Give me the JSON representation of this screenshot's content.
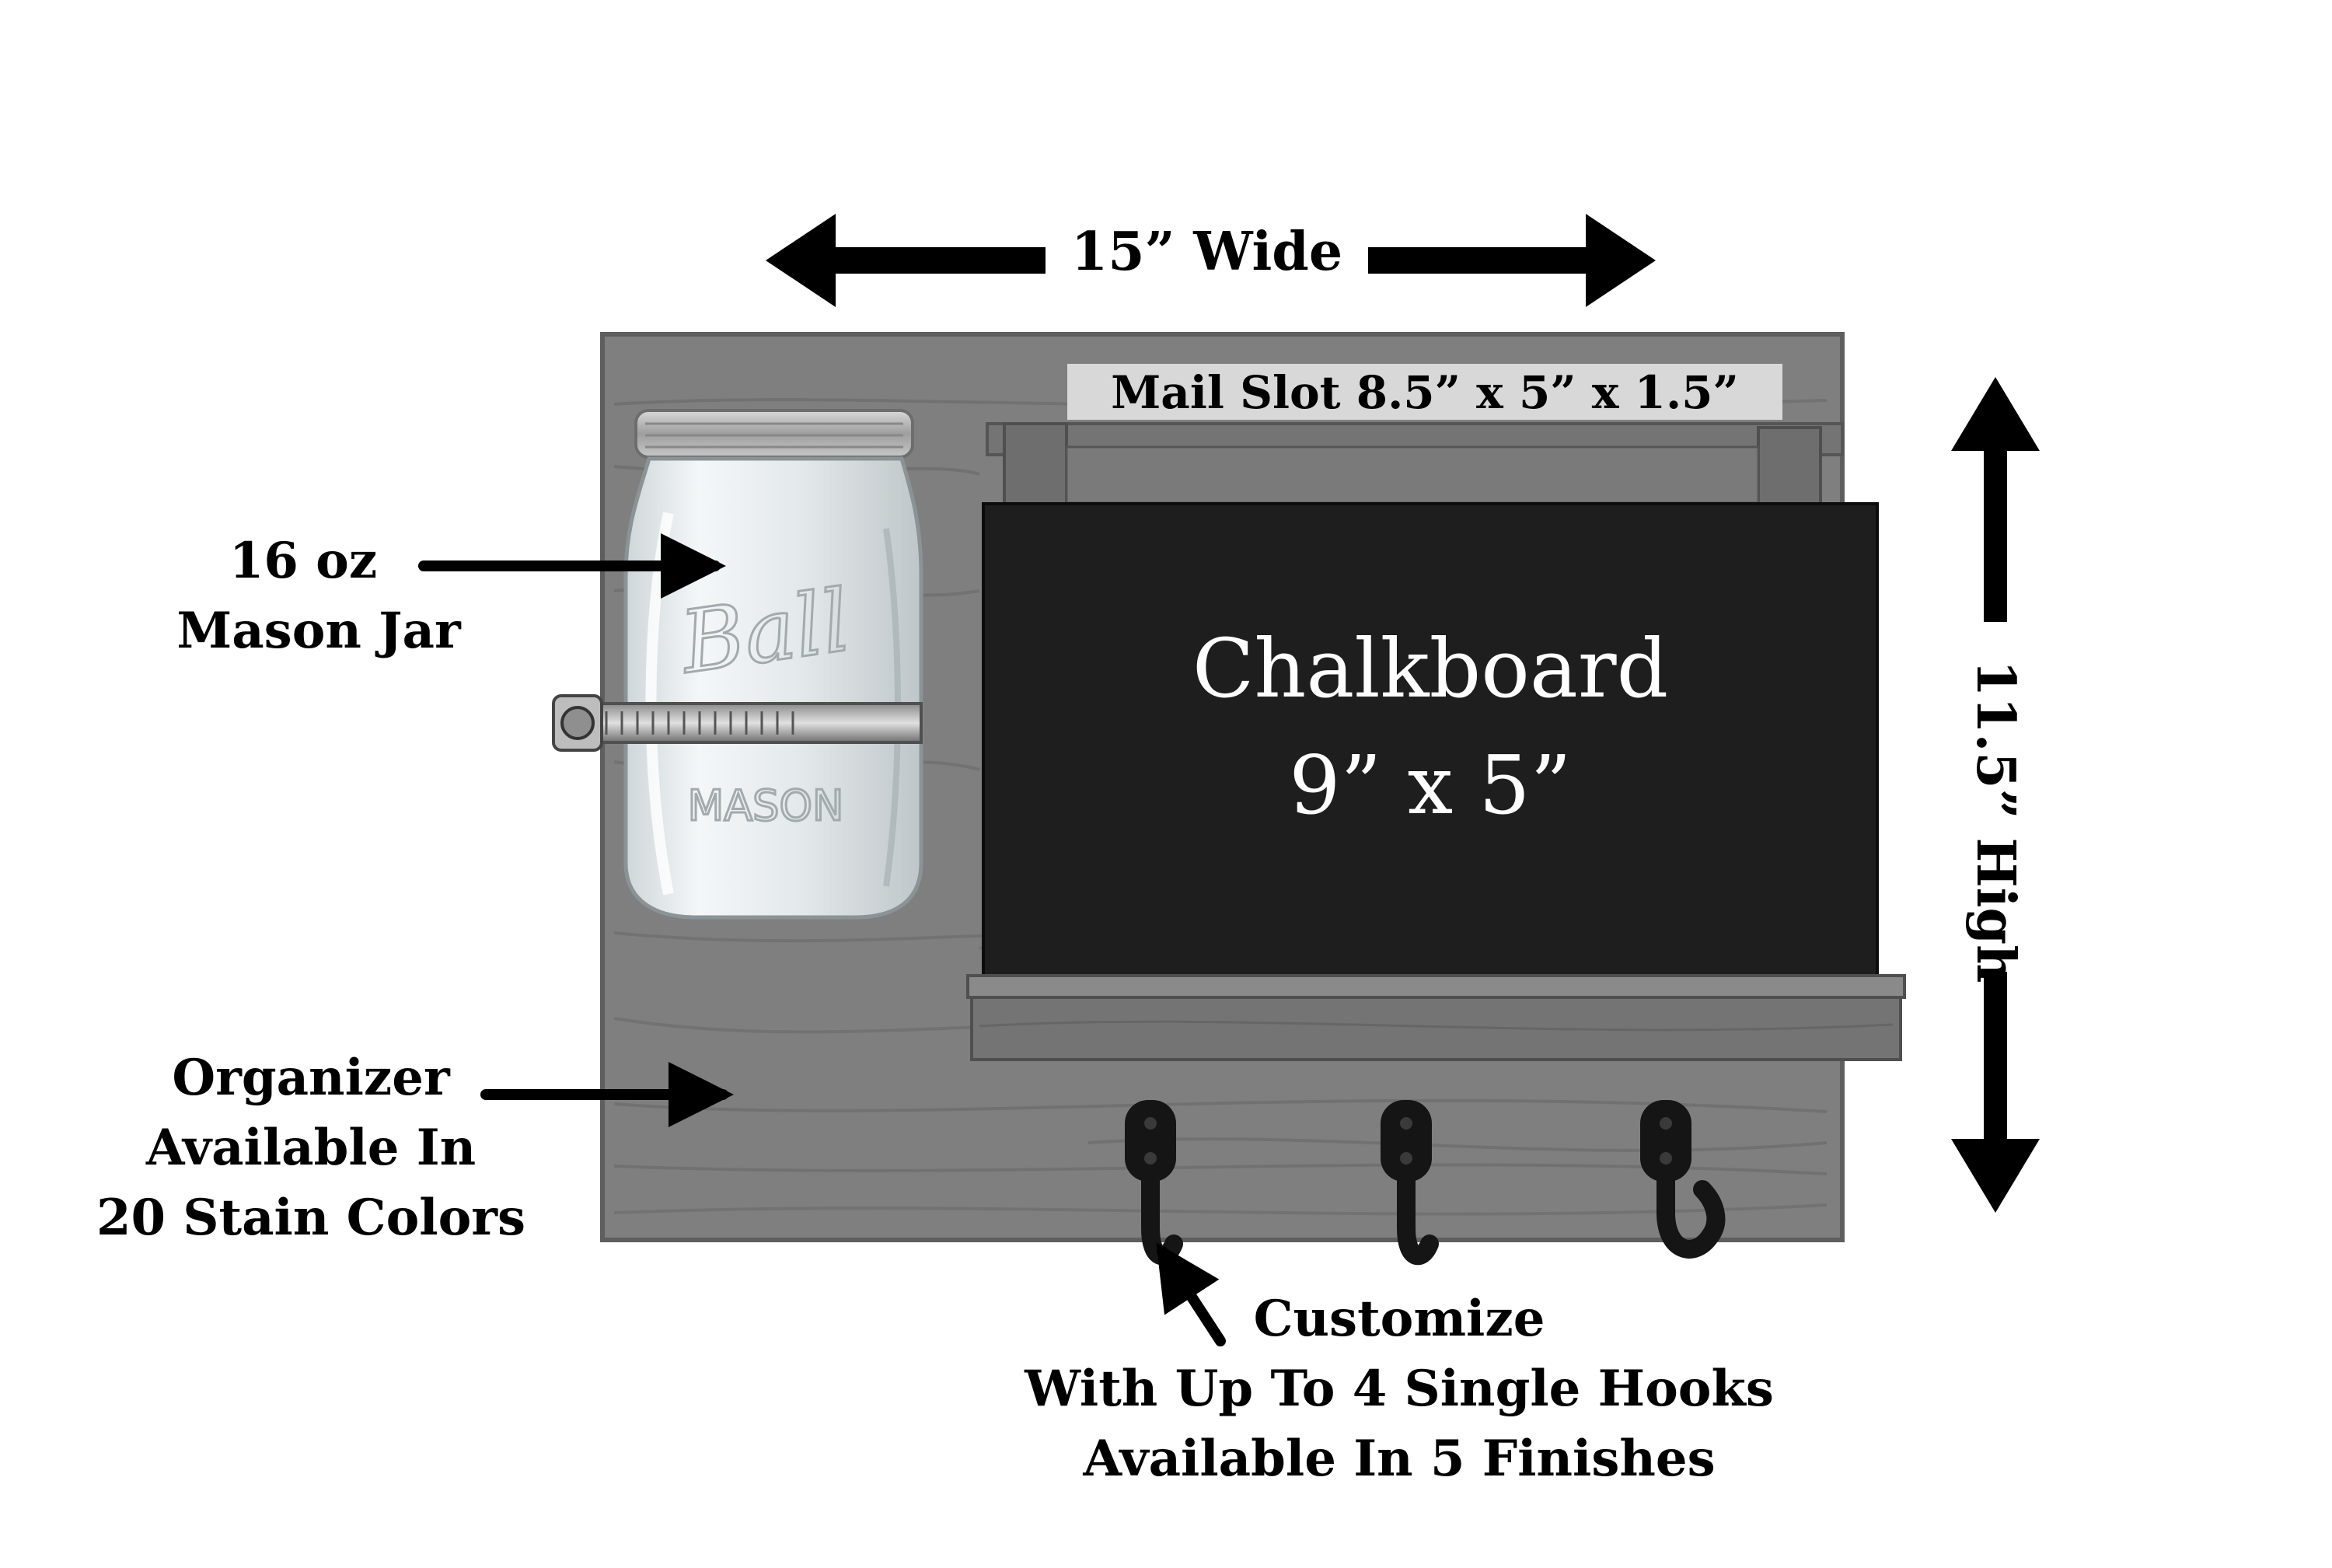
{
  "labels": {
    "width": "15” Wide",
    "height": "11.5” High",
    "mail_slot": "Mail Slot 8.5” x 5” x 1.5”",
    "chalkboard_title": "Chalkboard",
    "chalkboard_size": "9” x 5”",
    "jar_line1": "16 oz",
    "jar_line2": "Mason Jar",
    "organizer_line1": "Organizer",
    "organizer_line2": "Available In",
    "organizer_line3": "20 Stain Colors",
    "hooks_line1": "Customize",
    "hooks_line2": "With Up To 4 Single Hooks",
    "hooks_line3": "Available In 5 Finishes"
  },
  "jar_embossing": {
    "brand": "Ball",
    "word": "MASON"
  },
  "colors": {
    "wood": "#7f7f7f",
    "wood_dark": "#5e5e5e",
    "chalkboard": "#1e1e1e",
    "arrow": "#000000",
    "text": "#000000",
    "chalk_text": "#ffffff",
    "hook": "#151515",
    "jar_glass": "#e9eef0",
    "jar_lid": "#b9b9b9"
  }
}
